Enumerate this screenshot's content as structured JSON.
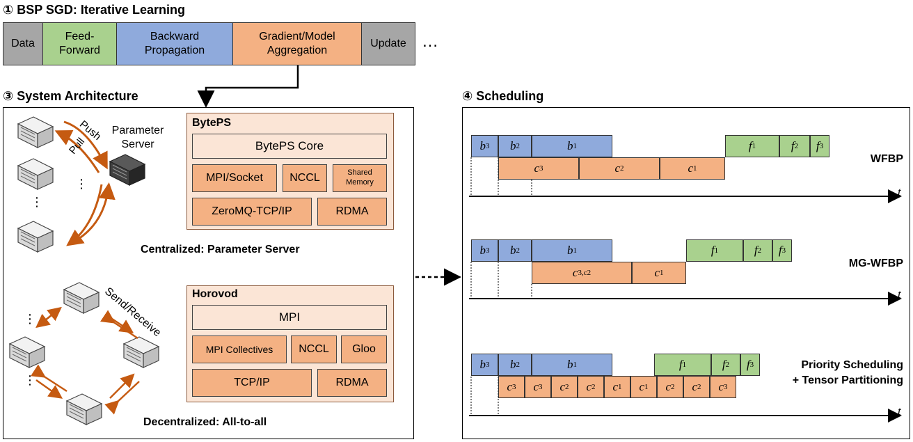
{
  "section1": {
    "title": "① BSP SGD: Iterative Learning",
    "pipeline": [
      "Data",
      "Feed-\nForward",
      "Backward\nPropagation",
      "Gradient/Model\nAggregation",
      "Update"
    ],
    "ellipsis": "…"
  },
  "section3": {
    "title": "③ System Architecture",
    "centralized": {
      "push": "Push",
      "pull": "Pull",
      "server_label": "Parameter\nServer",
      "dots": "⋮",
      "caption": "Centralized: Parameter Server",
      "framework": {
        "name": "BytePS",
        "core": "BytePS Core",
        "mpi_socket": "MPI/Socket",
        "nccl": "NCCL",
        "shared_memory": "Shared\nMemory",
        "zeromq": "ZeroMQ-TCP/IP",
        "rdma": "RDMA"
      }
    },
    "decentralized": {
      "send_receive": "Send/Receive",
      "dots": "⋮",
      "caption": "Decentralized: All-to-all",
      "framework": {
        "name": "Horovod",
        "mpi": "MPI",
        "mpi_collectives": "MPI Collectives",
        "nccl": "NCCL",
        "gloo": "Gloo",
        "tcpip": "TCP/IP",
        "rdma": "RDMA"
      }
    }
  },
  "section4": {
    "title": "④ Scheduling",
    "axis_label": "t",
    "rows": [
      {
        "label": "WFBP",
        "backward": [
          [
            "b",
            "3"
          ],
          [
            "b",
            "2"
          ],
          [
            "b",
            "1"
          ]
        ],
        "forward": [
          [
            "f",
            "1"
          ],
          [
            "f",
            "2"
          ],
          [
            "f",
            "3"
          ]
        ],
        "comm": [
          [
            "c",
            "3"
          ],
          [
            "c",
            "2"
          ],
          [
            "c",
            "1"
          ]
        ]
      },
      {
        "label": "MG-WFBP",
        "backward": [
          [
            "b",
            "3"
          ],
          [
            "b",
            "2"
          ],
          [
            "b",
            "1"
          ]
        ],
        "forward": [
          [
            "f",
            "1"
          ],
          [
            "f",
            "2"
          ],
          [
            "f",
            "3"
          ]
        ],
        "comm": [
          [
            "c",
            "3,c2"
          ],
          [
            "c",
            "1"
          ]
        ]
      },
      {
        "label": "Priority Scheduling\n+ Tensor Partitioning",
        "backward": [
          [
            "b",
            "3"
          ],
          [
            "b",
            "2"
          ],
          [
            "b",
            "1"
          ]
        ],
        "forward": [
          [
            "f",
            "1"
          ],
          [
            "f",
            "2"
          ],
          [
            "f",
            "3"
          ]
        ],
        "comm": [
          [
            "c",
            "3"
          ],
          [
            "c",
            "3"
          ],
          [
            "c",
            "2"
          ],
          [
            "c",
            "2"
          ],
          [
            "c",
            "1"
          ],
          [
            "c",
            "1"
          ],
          [
            "c",
            "2"
          ],
          [
            "c",
            "2"
          ],
          [
            "c",
            "3"
          ]
        ]
      }
    ]
  },
  "colors": {
    "data": "#a6a6a6",
    "forward": "#a9d18e",
    "backward": "#8faadc",
    "aggregation": "#f4b183",
    "framework_bg": "#fbe5d6",
    "arrow": "#c55a11"
  }
}
